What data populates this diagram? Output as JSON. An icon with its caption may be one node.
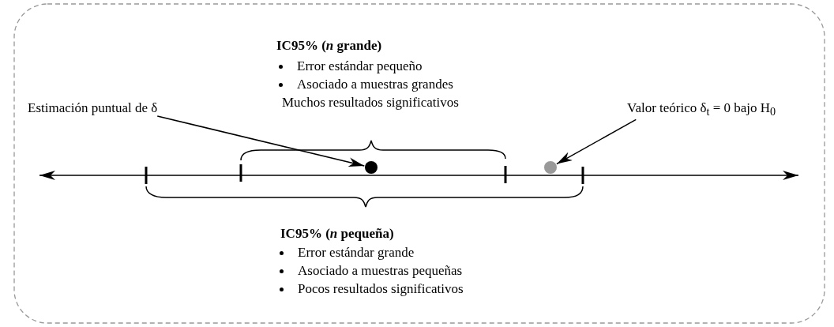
{
  "diagram": {
    "nodes": [
      {
        "text": [
          "Estimación puntual de δ"
        ]
      },
      {
        "text": [],
        "shape": "circle"
      },
      {
        "text": [
          "Valor teórico δ$_{t}$ = 0 bajo H$_{0}$"
        ]
      },
      {
        "text": [],
        "shape": "circle"
      }
    ],
    "edges": [
      {
        "from": 0,
        "to": 1,
        "arrow": "to"
      },
      {
        "from": 2,
        "to": 3,
        "arrow": "to"
      }
    ],
    "labels": [
      "IC95%  (*n* grande)",
      "Error estándar pequeño",
      "Asociado a muestras grandes",
      "Muchos resultados significativos",
      "IC95%  (*n* pequeña)",
      "Error estándar grande",
      "Asociado a muestras pequeñas",
      "Pocos resultados significativos"
    ]
  }
}
